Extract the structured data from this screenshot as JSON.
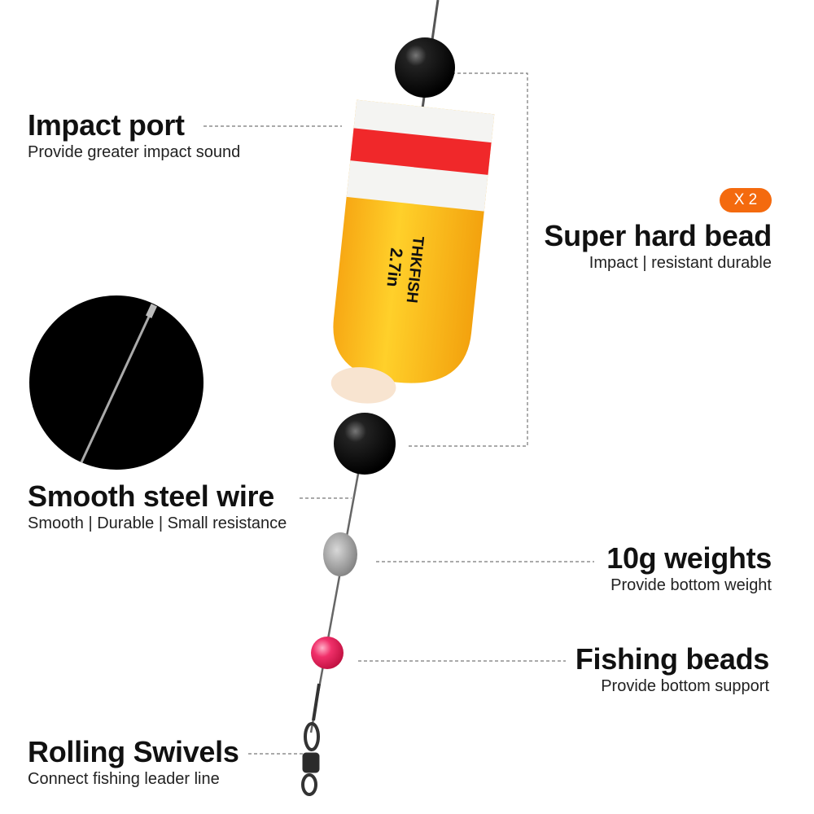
{
  "features": [
    {
      "title": "Impact port",
      "subtitle": "Provide greater impact sound"
    },
    {
      "title": "Super hard bead",
      "subtitle": "Impact | resistant durable",
      "badge": "X 2"
    },
    {
      "title": "Smooth steel wire",
      "subtitle": "Smooth | Durable | Small resistance"
    },
    {
      "title": "10g weights",
      "subtitle": "Provide bottom weight"
    },
    {
      "title": "Fishing beads",
      "subtitle": "Provide bottom support"
    },
    {
      "title": "Rolling Swivels",
      "subtitle": "Connect fishing leader line"
    }
  ],
  "float_print": {
    "brand": "THKFISH",
    "size": "2.7in"
  },
  "colors": {
    "accent": "#f46a0e",
    "float_yellow": "#fbb81c",
    "float_red": "#f0282a",
    "bead_pink": "#f0306a"
  }
}
